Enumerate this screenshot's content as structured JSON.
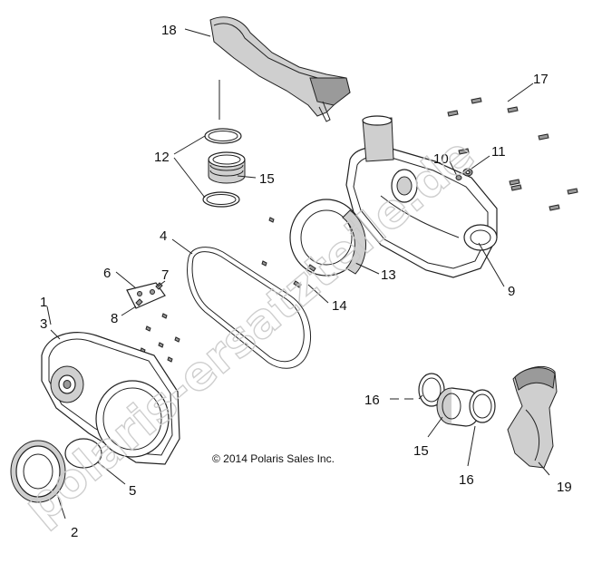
{
  "diagram": {
    "copyright": "© 2014 Polaris Sales Inc.",
    "watermark": "polaris-ersatzteile.de",
    "callouts": [
      "18",
      "17",
      "12",
      "15",
      "11",
      "10",
      "4",
      "6",
      "7",
      "13",
      "9",
      "8",
      "14",
      "1",
      "3",
      "16",
      "15",
      "16",
      "5",
      "19",
      "2"
    ]
  }
}
